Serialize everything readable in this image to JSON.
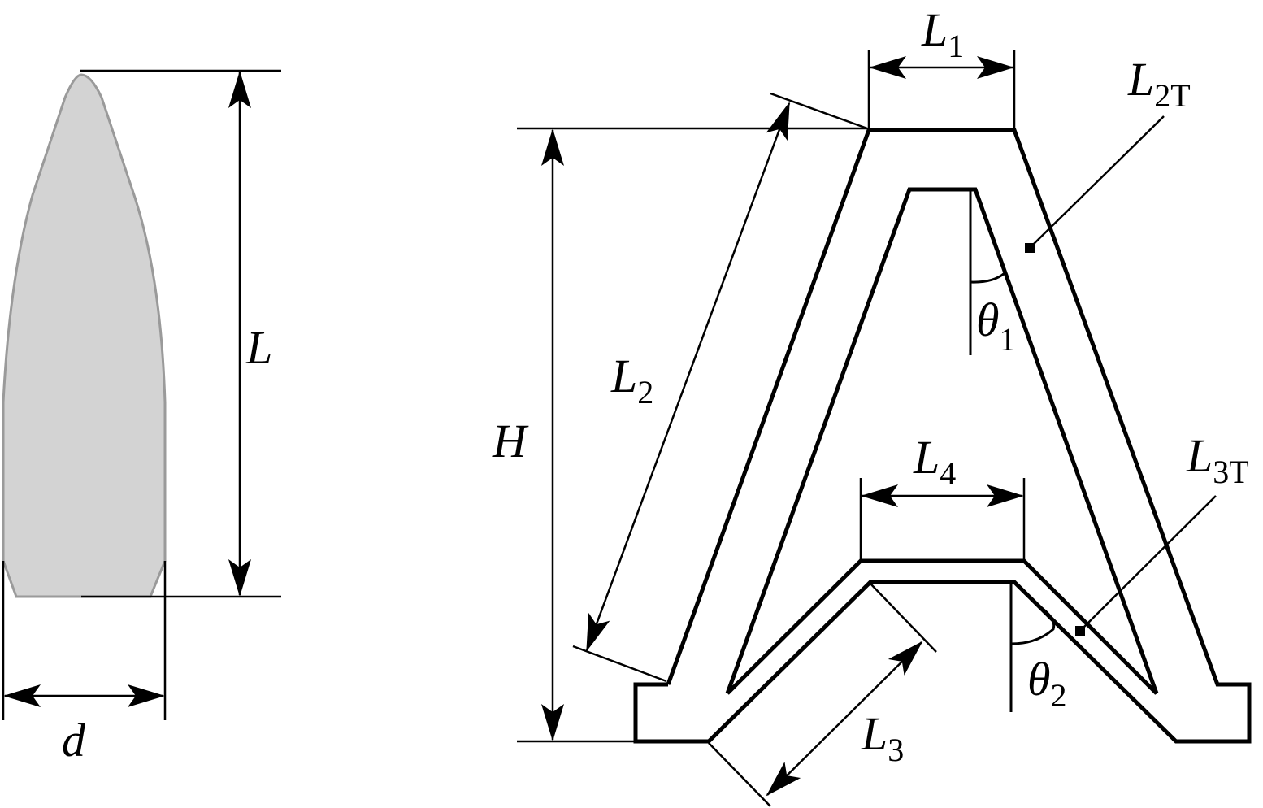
{
  "labels": {
    "L": "L",
    "d": "d",
    "H": "H",
    "L1": {
      "main": "L",
      "sub": "1"
    },
    "L2": {
      "main": "L",
      "sub": "2"
    },
    "L3": {
      "main": "L",
      "sub": "3"
    },
    "L4": {
      "main": "L",
      "sub": "4"
    },
    "L2T": {
      "main": "L",
      "sub": "2T"
    },
    "L3T": {
      "main": "L",
      "sub": "3T"
    },
    "theta1": {
      "main": "θ",
      "sub": "1"
    },
    "theta2": {
      "main": "θ",
      "sub": "2"
    }
  },
  "colors": {
    "projectile_fill": "#d3d3d3",
    "projectile_stroke": "#9a9a9a",
    "line": "#000000"
  }
}
